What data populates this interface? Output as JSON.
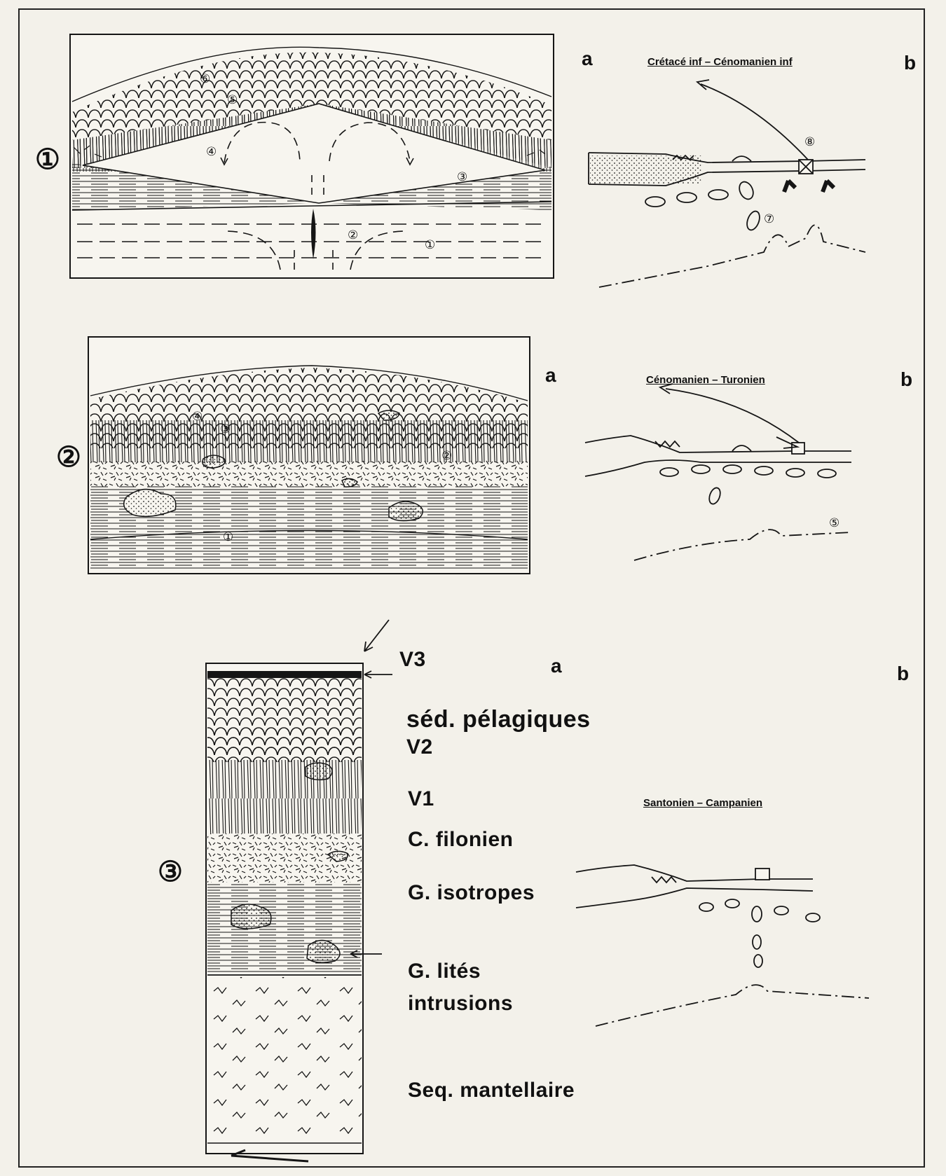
{
  "panels": [
    {
      "id": "1",
      "marker": "①",
      "a_label": "a",
      "b_label": "b",
      "period": "Crétacé inf – Cénomanien inf",
      "a_numbers": [
        "⑥",
        "⑤",
        "④",
        "③",
        "②",
        "①"
      ],
      "b_numbers": [
        "⑧",
        "⑦"
      ]
    },
    {
      "id": "2",
      "marker": "②",
      "a_label": "a",
      "b_label": "b",
      "period": "Cénomanien – Turonien",
      "a_numbers": [
        "④",
        "③",
        "②",
        "①"
      ],
      "b_numbers": [
        "⑤"
      ]
    },
    {
      "id": "3",
      "marker": "③",
      "a_label": "a",
      "b_label": "b",
      "period": "Santonien – Campanien",
      "column_labels": [
        "V3",
        "séd. pélagiques",
        "V2",
        "V1",
        "C. filonien",
        "G. isotropes",
        "G. lités",
        "intrusions",
        "Seq. mantellaire"
      ]
    }
  ],
  "colors": {
    "ink": "#151515",
    "paper": "#f3f1ea"
  }
}
